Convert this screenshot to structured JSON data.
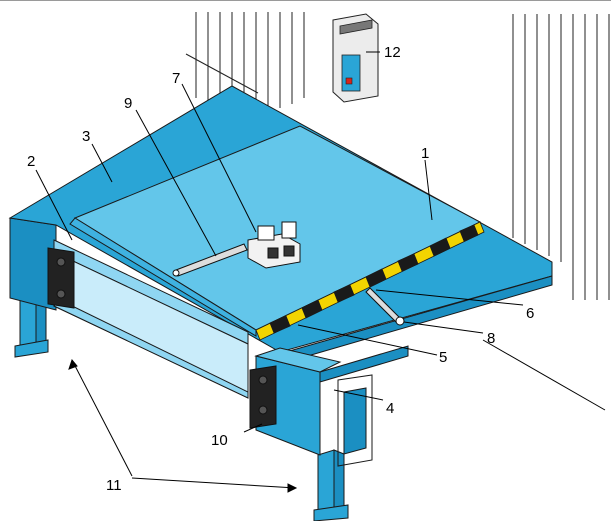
{
  "figure": {
    "callouts": [
      "1",
      "2",
      "3",
      "4",
      "5",
      "6",
      "7",
      "8",
      "9",
      "10",
      "11",
      "12"
    ],
    "colors": {
      "steel_top": "#2aa5d6",
      "steel_side": "#1b8fc2",
      "steel_dark": "#0e6f9e",
      "deck": "#63c6ea",
      "lip": "#8fd6f2",
      "hazard_yellow": "#f2d400",
      "outline": "#1a1a1a"
    }
  }
}
